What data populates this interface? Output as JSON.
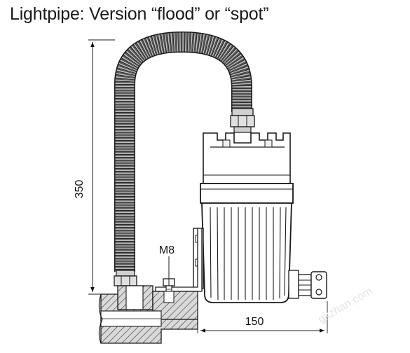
{
  "title": "Lightpipe: Version “flood” or “spot”",
  "labels": {
    "height_dimension": "350",
    "width_dimension": "150",
    "screw_thread": "M8"
  },
  "watermark": "gkzhan.com",
  "colors": {
    "line": "#1a1a1a",
    "body_gray": "#bfbfbf",
    "light_gray": "#e6e6e6",
    "hatch": "#333333"
  }
}
